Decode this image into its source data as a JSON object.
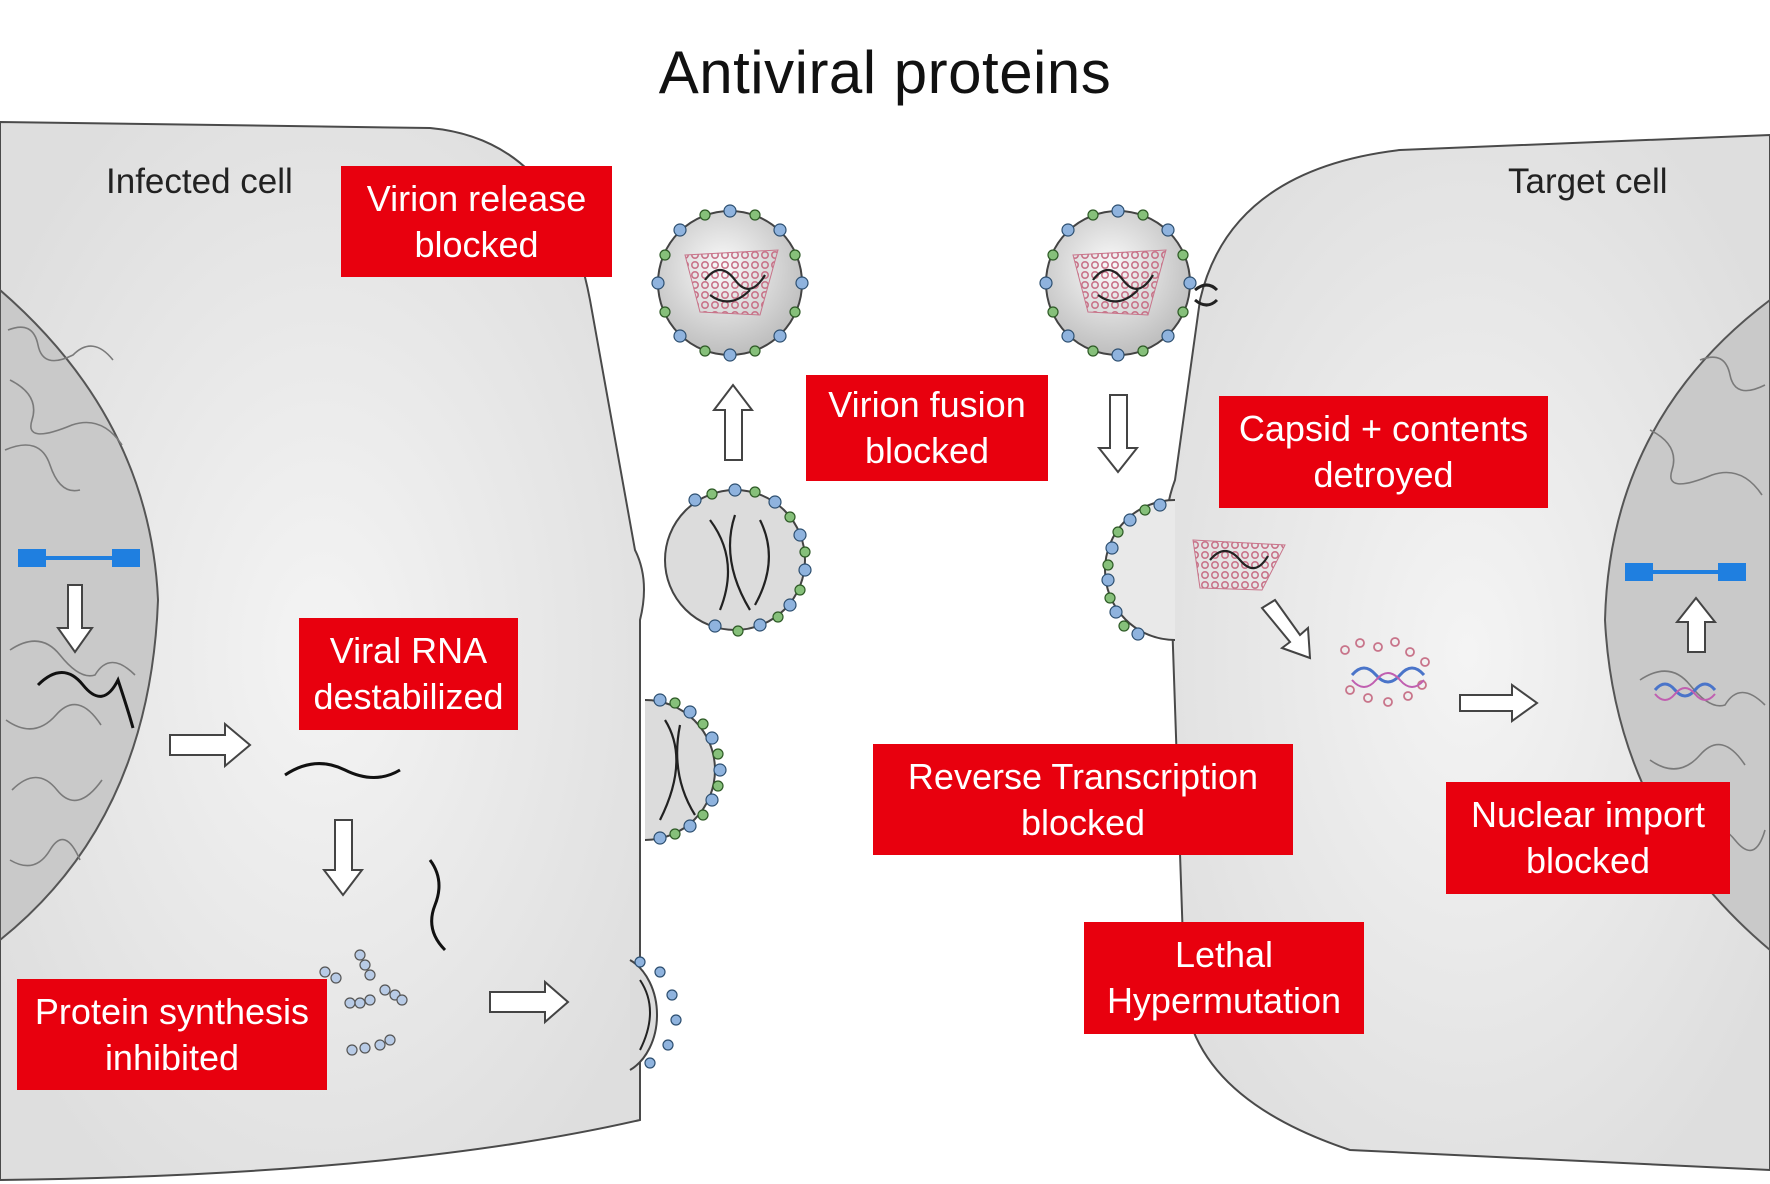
{
  "title": "Antiviral proteins",
  "cells": {
    "infected_label": "Infected cell",
    "target_label": "Target cell"
  },
  "blocks": {
    "virion_release": [
      "Virion release",
      "blocked"
    ],
    "virion_fusion": [
      "Virion fusion",
      "blocked"
    ],
    "capsid": [
      "Capsid + contents",
      "detroyed"
    ],
    "viral_rna": [
      "Viral RNA",
      "destabilized"
    ],
    "reverse_transcription": [
      "Reverse Transcription",
      "blocked"
    ],
    "nuclear_import": [
      "Nuclear import",
      "blocked"
    ],
    "lethal": [
      "Lethal",
      "Hypermutation"
    ],
    "protein_synthesis": [
      "Protein synthesis",
      "inhibited"
    ]
  },
  "colors": {
    "label_background": "#e8000e",
    "cell_fill": "#e4e4e4",
    "nucleus_fill": "#c8c8c8",
    "gene_blue": "#1f7fe0",
    "spike_green": "#86c07a",
    "spike_blue": "#8fb3de",
    "capsid_pink": "#c8748a"
  }
}
